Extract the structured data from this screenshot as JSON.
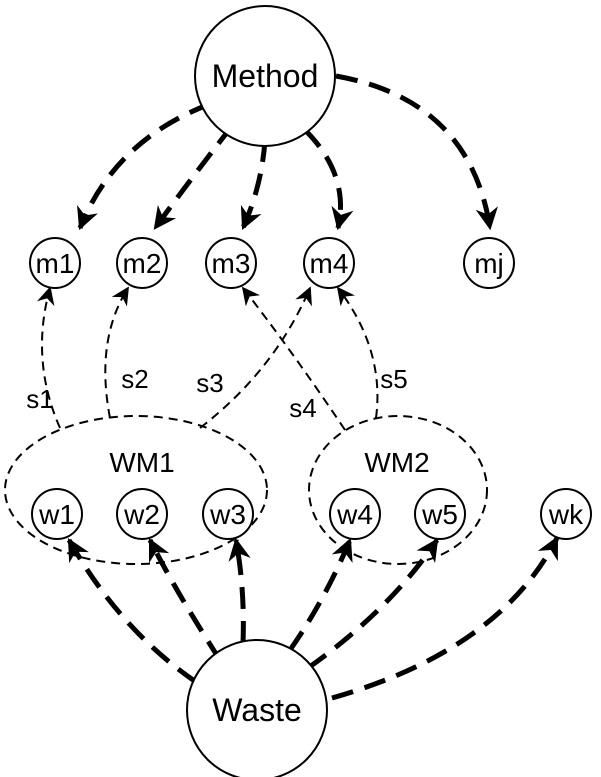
{
  "nodes": {
    "method": "Method",
    "waste": "Waste",
    "m1": "m1",
    "m2": "m2",
    "m3": "m3",
    "m4": "m4",
    "mj": "mj",
    "w1": "w1",
    "w2": "w2",
    "w3": "w3",
    "w4": "w4",
    "w5": "w5",
    "wk": "wk"
  },
  "groups": {
    "wm1": "WM1",
    "wm2": "WM2"
  },
  "edge_labels": {
    "s1": "s1",
    "s2": "s2",
    "s3": "s3",
    "s4": "s4",
    "s5": "s5"
  }
}
